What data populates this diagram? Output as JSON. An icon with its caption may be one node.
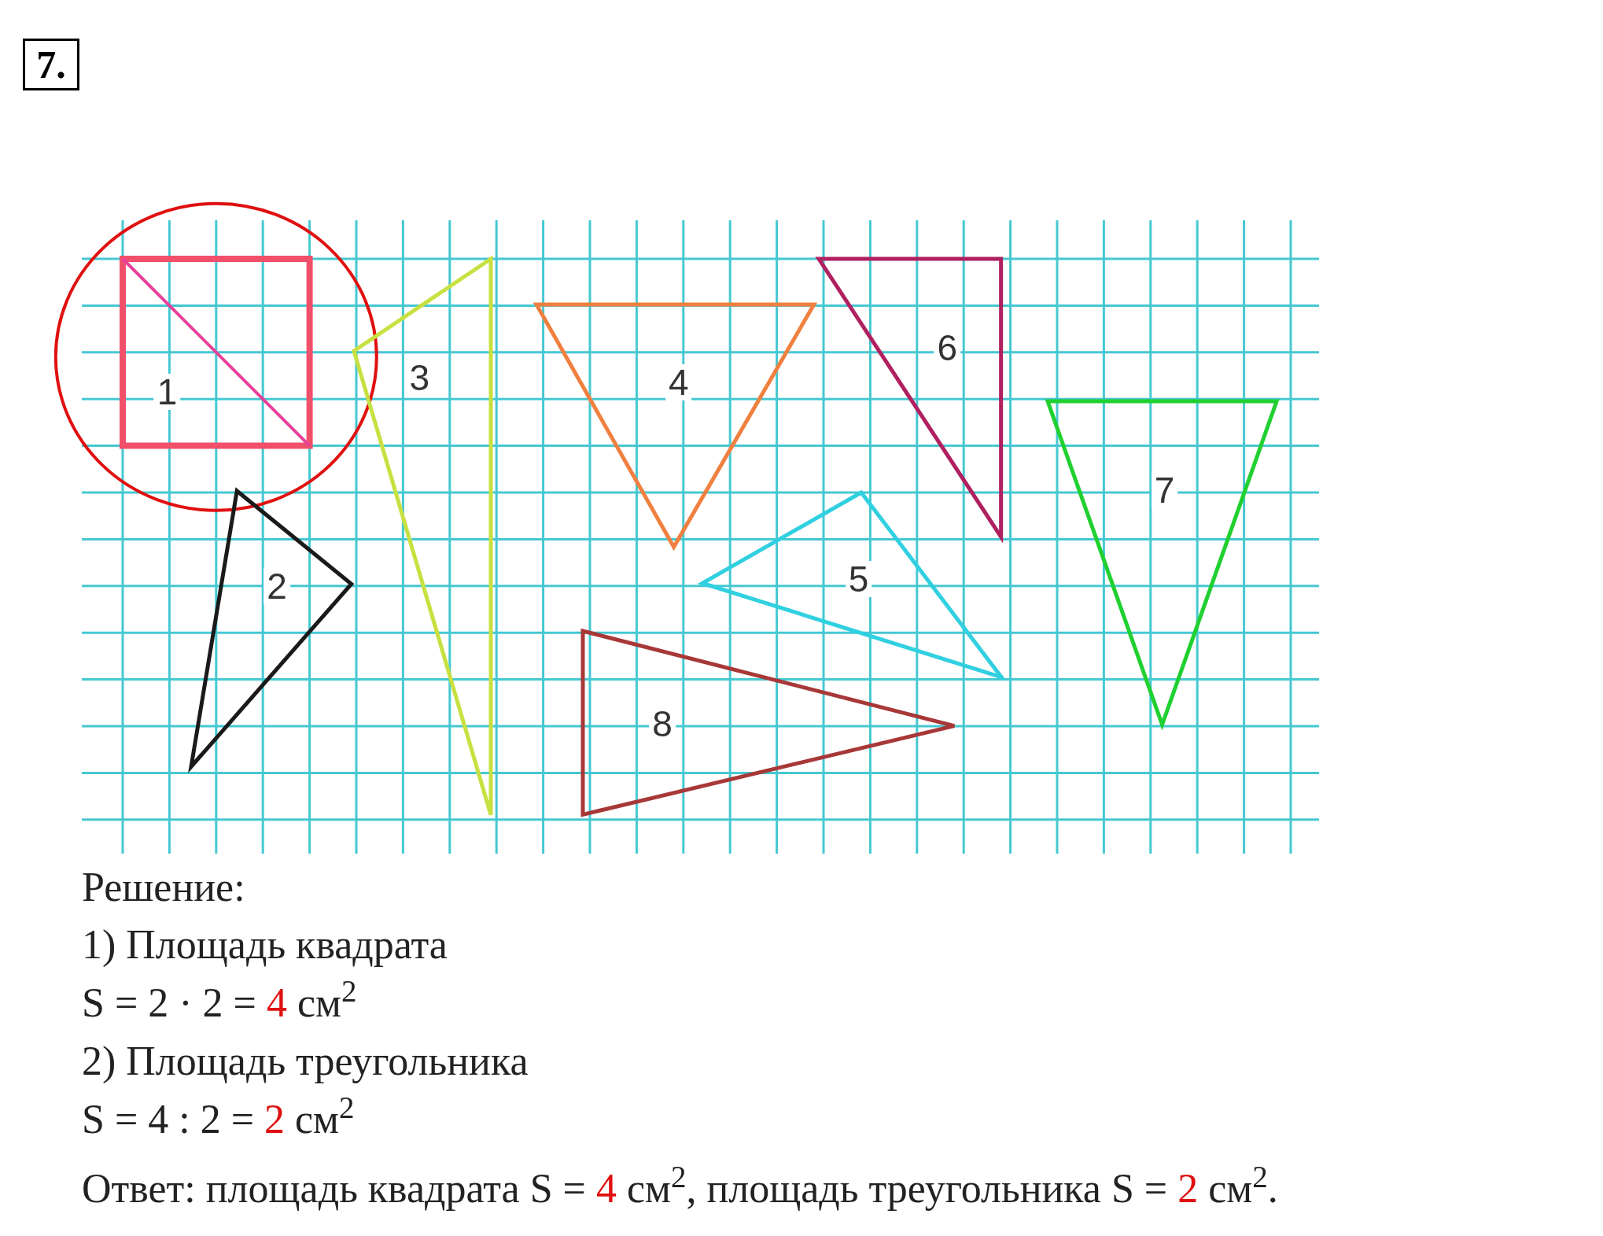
{
  "diagram": {
    "title": "7.",
    "nodes": [
      {
        "text": [
          "1"
        ]
      },
      {
        "text": [
          "2"
        ]
      },
      {
        "text": [
          "3"
        ]
      },
      {
        "text": [
          "4"
        ]
      },
      {
        "text": [
          "5"
        ]
      },
      {
        "text": [
          "6"
        ]
      },
      {
        "text": [
          "7"
        ]
      },
      {
        "text": [
          "8"
        ]
      }
    ],
    "labels": [
      "Решение:",
      "1) Площадь квадрата",
      "S = 2 · 2 =",
      "4",
      "см$^{2}$",
      "2) Площадь треугольника",
      "S = 4 : 2 =",
      "2",
      "см$^{2}$",
      "Ответ: площадь квадрата S =",
      "4",
      "см$^{2}$, площадь треугольника S =",
      "2",
      "см$^{2}$."
    ]
  }
}
